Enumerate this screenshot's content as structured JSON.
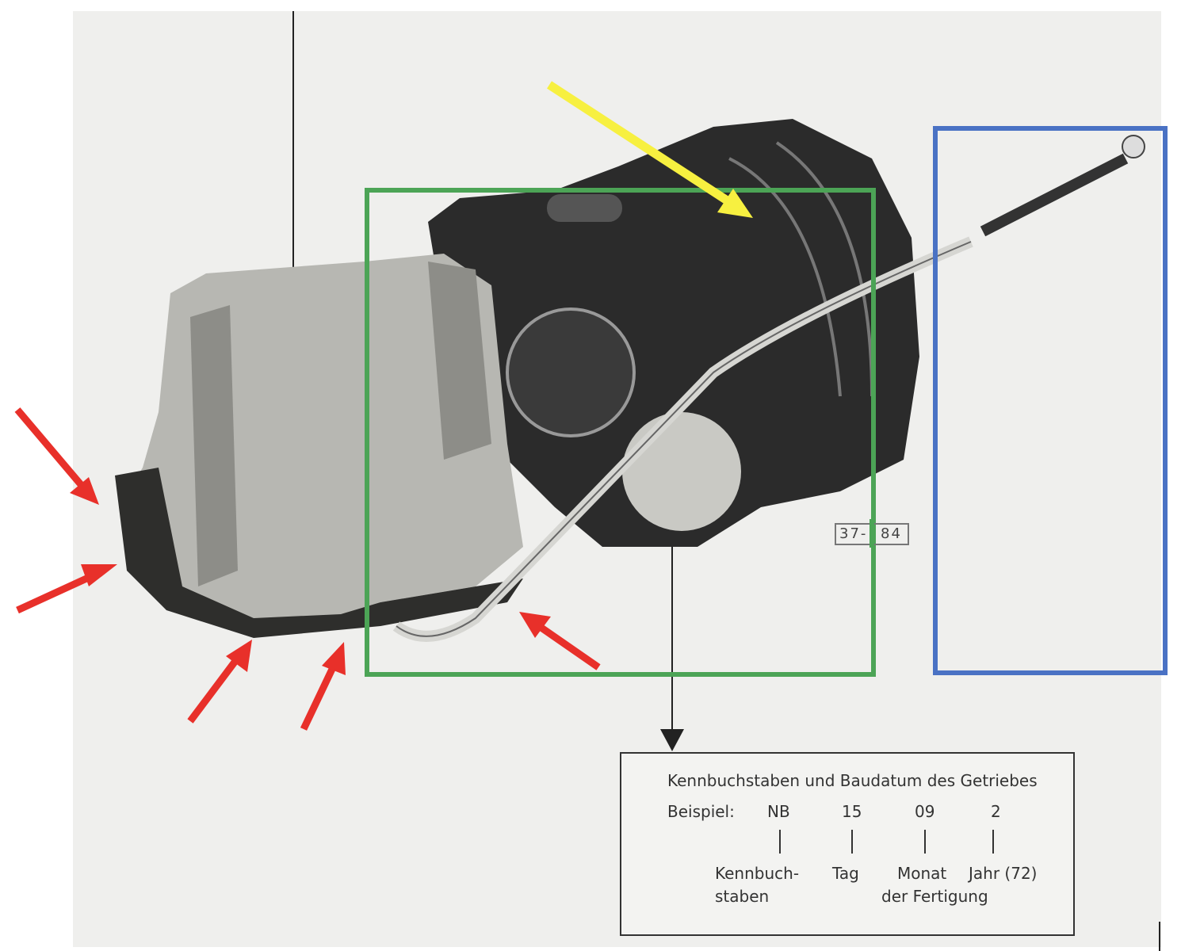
{
  "figure": {
    "part_number_visible": [
      "37-",
      "84"
    ],
    "info_box": {
      "title": "Kennbuchstaben und Baudatum des Getriebes",
      "example_label": "Beispiel:",
      "values": [
        "NB",
        "15",
        "09",
        "2"
      ],
      "labels": [
        "Kennbuch-",
        "staben",
        "Tag",
        "Monat",
        "Jahr (72)",
        "der Fertigung"
      ]
    }
  },
  "annotations": {
    "colors": {
      "red_arrow": "#e8302a",
      "yellow_arrow": "#f7f040",
      "green_box": "#4ca456",
      "blue_box": "#4a72c4"
    }
  }
}
